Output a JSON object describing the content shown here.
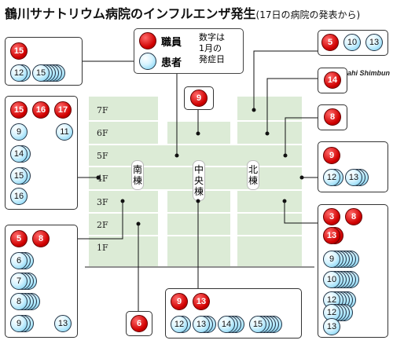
{
  "title": {
    "main": "鶴川サナトリウム病院のインフルエンザ発生",
    "sub": "(17日の病院の発表から)"
  },
  "credit": "The Asahi Shimbun",
  "legend": {
    "staff_label": "職員",
    "patient_label": "患者",
    "note": [
      "数字は",
      "1月の",
      "発症日"
    ]
  },
  "floors": [
    "7F",
    "6F",
    "5F",
    "4F",
    "3F",
    "2F",
    "1F"
  ],
  "wings": {
    "south": "南棟",
    "central": "中央棟",
    "north": "北棟"
  },
  "colors": {
    "staff": "#d00000",
    "patient": "#bfeeff",
    "building": "#dcebd6"
  },
  "groups": {
    "north_7f": {
      "staff": [
        "5"
      ],
      "patients": [
        "10",
        "13"
      ]
    },
    "north_6f": {
      "staff": [
        "14"
      ],
      "patients": []
    },
    "north_5f": {
      "staff": [
        "8"
      ],
      "patients": []
    },
    "north_4f": {
      "staff": [
        "9"
      ],
      "patients": [
        "12",
        "13"
      ]
    },
    "north_3f": {
      "staff": [
        "3",
        "8",
        "13"
      ],
      "patients": [
        "9",
        "10",
        "12",
        "12",
        "13"
      ]
    },
    "center_7f": {
      "staff": [
        "9"
      ],
      "patients": []
    },
    "center_1f": {
      "staff": [
        "9",
        "13"
      ],
      "patients": [
        "12",
        "13",
        "14",
        "15"
      ]
    },
    "south_6f": {
      "staff": [
        "15"
      ],
      "patients": [
        "12",
        "15"
      ]
    },
    "south_4f": {
      "staff": [
        "15",
        "16",
        "17"
      ],
      "patients": [
        "9",
        "11",
        "14",
        "15",
        "16"
      ]
    },
    "south_2f": {
      "staff": [
        "5",
        "8"
      ],
      "patients": [
        "6",
        "7",
        "8",
        "9",
        "13"
      ]
    },
    "south_1f": {
      "staff": [
        "6"
      ],
      "patients": []
    }
  }
}
